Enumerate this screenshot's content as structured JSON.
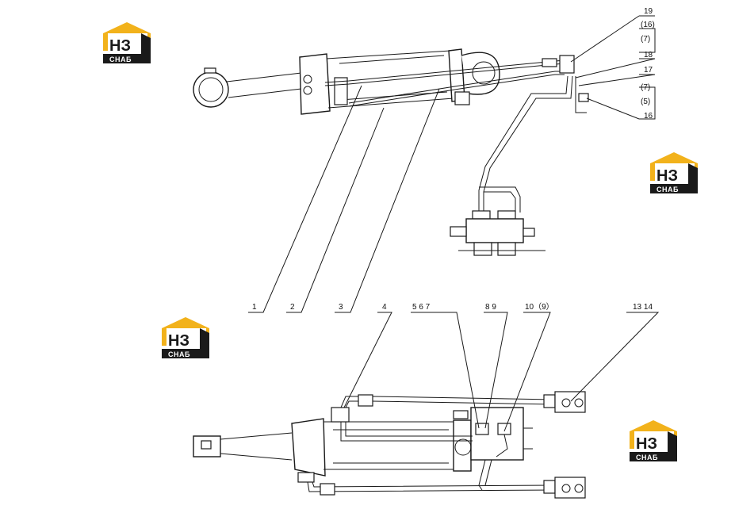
{
  "logo": {
    "main_text": "НЗ",
    "sub_text": "СНАБ",
    "colors": {
      "roof": "#f2b21b",
      "dark": "#1a1a1a",
      "light": "#ffffff"
    }
  },
  "callouts_top": [
    {
      "id": "c1",
      "label": "1"
    },
    {
      "id": "c2",
      "label": "2"
    },
    {
      "id": "c3",
      "label": "3"
    }
  ],
  "callouts_right": [
    {
      "id": "r19",
      "label": "19"
    },
    {
      "id": "r16a",
      "label": "(16)"
    },
    {
      "id": "r7a",
      "label": "(7)"
    },
    {
      "id": "r18",
      "label": "18"
    },
    {
      "id": "r17",
      "label": "17"
    },
    {
      "id": "r7b",
      "label": "(7)"
    },
    {
      "id": "r5",
      "label": "(5)"
    },
    {
      "id": "r16",
      "label": "16"
    }
  ],
  "callouts_bottom": [
    {
      "id": "b4",
      "label": "4"
    },
    {
      "id": "b567",
      "label": "5  6  7"
    },
    {
      "id": "b89",
      "label": "8  9"
    },
    {
      "id": "b109",
      "label": "10（9）"
    },
    {
      "id": "b1314",
      "label": "13  14"
    }
  ]
}
